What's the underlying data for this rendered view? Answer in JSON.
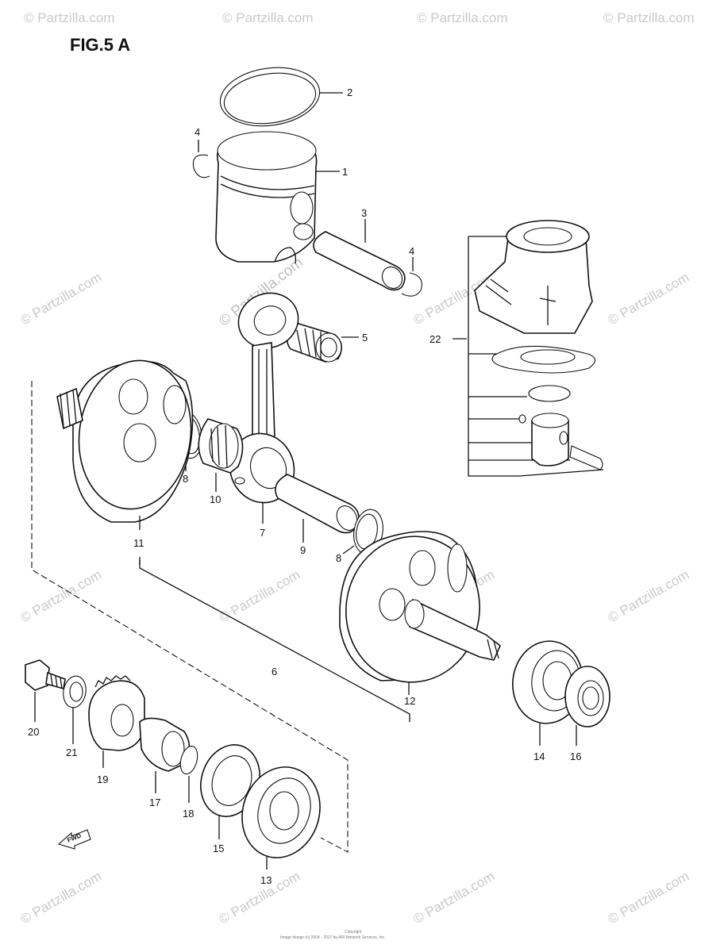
{
  "figure": {
    "title": "FIG.5 A"
  },
  "watermark": {
    "text": "© Partzilla.com",
    "center_text": "© Partzilla.com"
  },
  "callouts": [
    "1",
    "2",
    "3",
    "4",
    "4",
    "5",
    "22",
    "8",
    "10",
    "7",
    "9",
    "8",
    "11",
    "6",
    "12",
    "14",
    "16",
    "20",
    "21",
    "19",
    "17",
    "18",
    "15",
    "13"
  ],
  "fwd_label": "FWD",
  "copyright": {
    "line1": "Copyright",
    "line2": "Image design (c) 2004 - 2017 by ARI Network Services, Inc."
  },
  "colors": {
    "line": "#111111",
    "watermark": "#c9c9c9",
    "background": "#ffffff"
  }
}
